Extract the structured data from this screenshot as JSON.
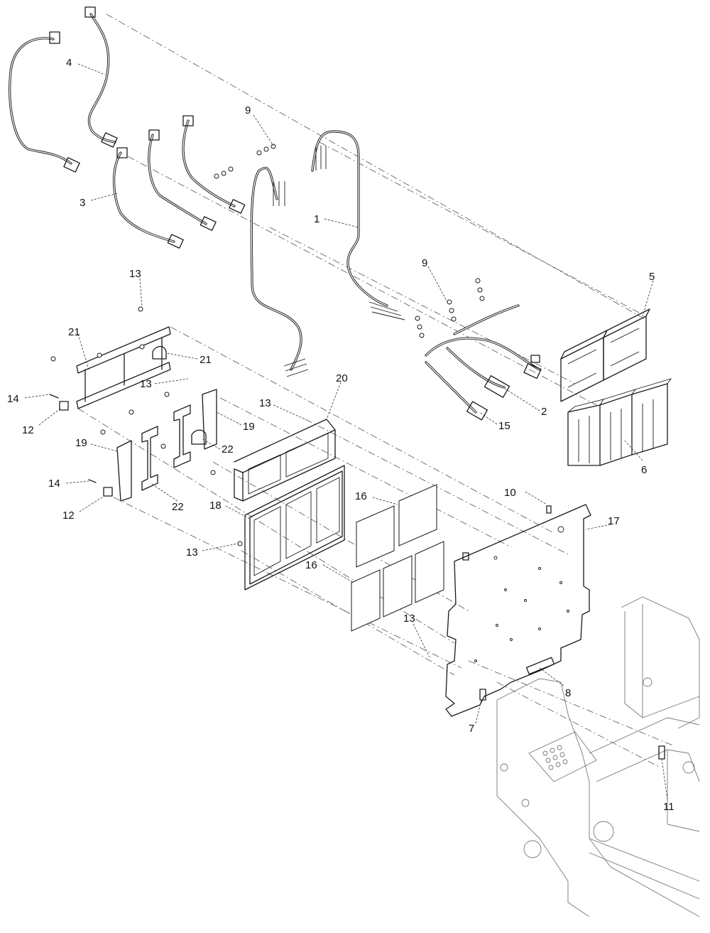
{
  "callouts": [
    {
      "id": "c1",
      "text": "1"
    },
    {
      "id": "c2",
      "text": "2"
    },
    {
      "id": "c3",
      "text": "3"
    },
    {
      "id": "c4",
      "text": "4"
    },
    {
      "id": "c5",
      "text": "5"
    },
    {
      "id": "c6",
      "text": "6"
    },
    {
      "id": "c7",
      "text": "7"
    },
    {
      "id": "c8",
      "text": "8"
    },
    {
      "id": "c9a",
      "text": "9"
    },
    {
      "id": "c9b",
      "text": "9"
    },
    {
      "id": "c10",
      "text": "10"
    },
    {
      "id": "c11",
      "text": "11"
    },
    {
      "id": "c12a",
      "text": "12"
    },
    {
      "id": "c12b",
      "text": "12"
    },
    {
      "id": "c13a",
      "text": "13"
    },
    {
      "id": "c13b",
      "text": "13"
    },
    {
      "id": "c13c",
      "text": "13"
    },
    {
      "id": "c13d",
      "text": "13"
    },
    {
      "id": "c13e",
      "text": "13"
    },
    {
      "id": "c14a",
      "text": "14"
    },
    {
      "id": "c14b",
      "text": "14"
    },
    {
      "id": "c15",
      "text": "15"
    },
    {
      "id": "c16a",
      "text": "16"
    },
    {
      "id": "c16b",
      "text": "16"
    },
    {
      "id": "c17",
      "text": "17"
    },
    {
      "id": "c18",
      "text": "18"
    },
    {
      "id": "c19a",
      "text": "19"
    },
    {
      "id": "c19b",
      "text": "19"
    },
    {
      "id": "c20",
      "text": "20"
    },
    {
      "id": "c21a",
      "text": "21"
    },
    {
      "id": "c21b",
      "text": "21"
    },
    {
      "id": "c22a",
      "text": "22"
    },
    {
      "id": "c22b",
      "text": "22"
    }
  ],
  "colors": {
    "line": "#1a1a1a",
    "background": "#ffffff"
  }
}
